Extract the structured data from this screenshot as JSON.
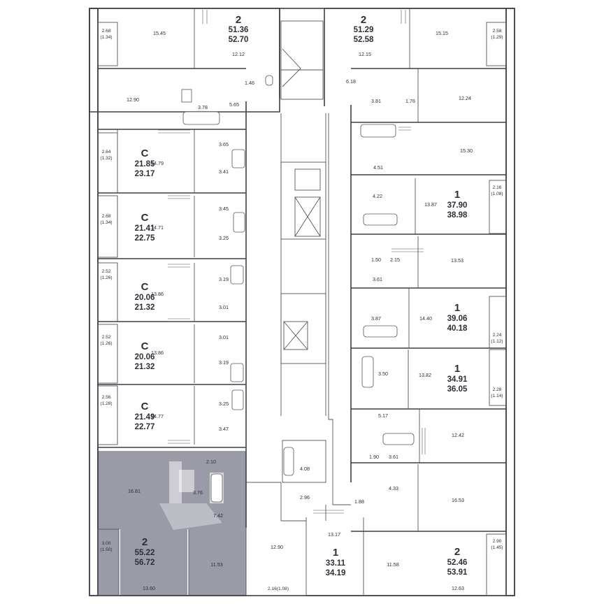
{
  "colors": {
    "highlight": "#9a9ba6",
    "wall": "#3a3f46",
    "text": "#2b2f36"
  },
  "apartments": [
    {
      "rooms": "2",
      "total": "51.36",
      "total_with_balcony": "52.70"
    },
    {
      "rooms": "2",
      "total": "51.29",
      "total_with_balcony": "52.58"
    },
    {
      "rooms": "С",
      "total": "21.85",
      "total_with_balcony": "23.17"
    },
    {
      "rooms": "С",
      "total": "21.41",
      "total_with_balcony": "22.75"
    },
    {
      "rooms": "С",
      "total": "20.06",
      "total_with_balcony": "21.32"
    },
    {
      "rooms": "С",
      "total": "20.06",
      "total_with_balcony": "21.32"
    },
    {
      "rooms": "С",
      "total": "21.49",
      "total_with_balcony": "22.77"
    },
    {
      "rooms": "2",
      "total": "55.22",
      "total_with_balcony": "56.72"
    },
    {
      "rooms": "1",
      "total": "37.90",
      "total_with_balcony": "38.98"
    },
    {
      "rooms": "1",
      "total": "39.06",
      "total_with_balcony": "40.18"
    },
    {
      "rooms": "1",
      "total": "34.91",
      "total_with_balcony": "36.05"
    },
    {
      "rooms": "1",
      "total": "33.11",
      "total_with_balcony": "34.19"
    },
    {
      "rooms": "2",
      "total": "52.46",
      "total_with_balcony": "53.91"
    }
  ],
  "room_areas": [
    "15.45",
    "12.12",
    "1.46",
    "12.90",
    "3.78",
    "5.65",
    "15.15",
    "12.15",
    "6.18",
    "3.81",
    "1.76",
    "12.24",
    "3.65",
    "14.79",
    "3.41",
    "3.45",
    "14.71",
    "3.25",
    "13.86",
    "3.19",
    "3.01",
    "3.01",
    "13.86",
    "3.19",
    "3.25",
    "14.77",
    "3.47",
    "15.30",
    "4.51",
    "4.22",
    "13.87",
    "1.50",
    "2.15",
    "13.53",
    "3.61",
    "3.87",
    "14.40",
    "3.50",
    "13.82",
    "5.17",
    "12.42",
    "1.90",
    "3.61",
    "4.33",
    "1.88",
    "16.53",
    "12.63",
    "4.08",
    "2.96",
    "13.17",
    "11.58",
    "12.90",
    "2.10",
    "16.81",
    "3.76",
    "7.42",
    "11.53",
    "13.60"
  ],
  "balconies": [
    {
      "area": "2.68",
      "half": "(1.34)"
    },
    {
      "area": "2.58",
      "half": "(1.29)"
    },
    {
      "area": "2.64",
      "half": "(1.32)"
    },
    {
      "area": "2.68",
      "half": "(1.34)"
    },
    {
      "area": "2.52",
      "half": "(1.26)"
    },
    {
      "area": "2.52",
      "half": "(1.26)"
    },
    {
      "area": "2.56",
      "half": "(1.28)"
    },
    {
      "area": "3.00",
      "half": "(1.50)"
    },
    {
      "area": "2.16",
      "half": "(1.08)"
    },
    {
      "area": "2.24",
      "half": "(1.12)"
    },
    {
      "area": "2.28",
      "half": "(1.14)"
    },
    {
      "area": "2.90",
      "half": "(1.45)"
    },
    {
      "area": "2.16(1.08)",
      "half": ""
    }
  ]
}
